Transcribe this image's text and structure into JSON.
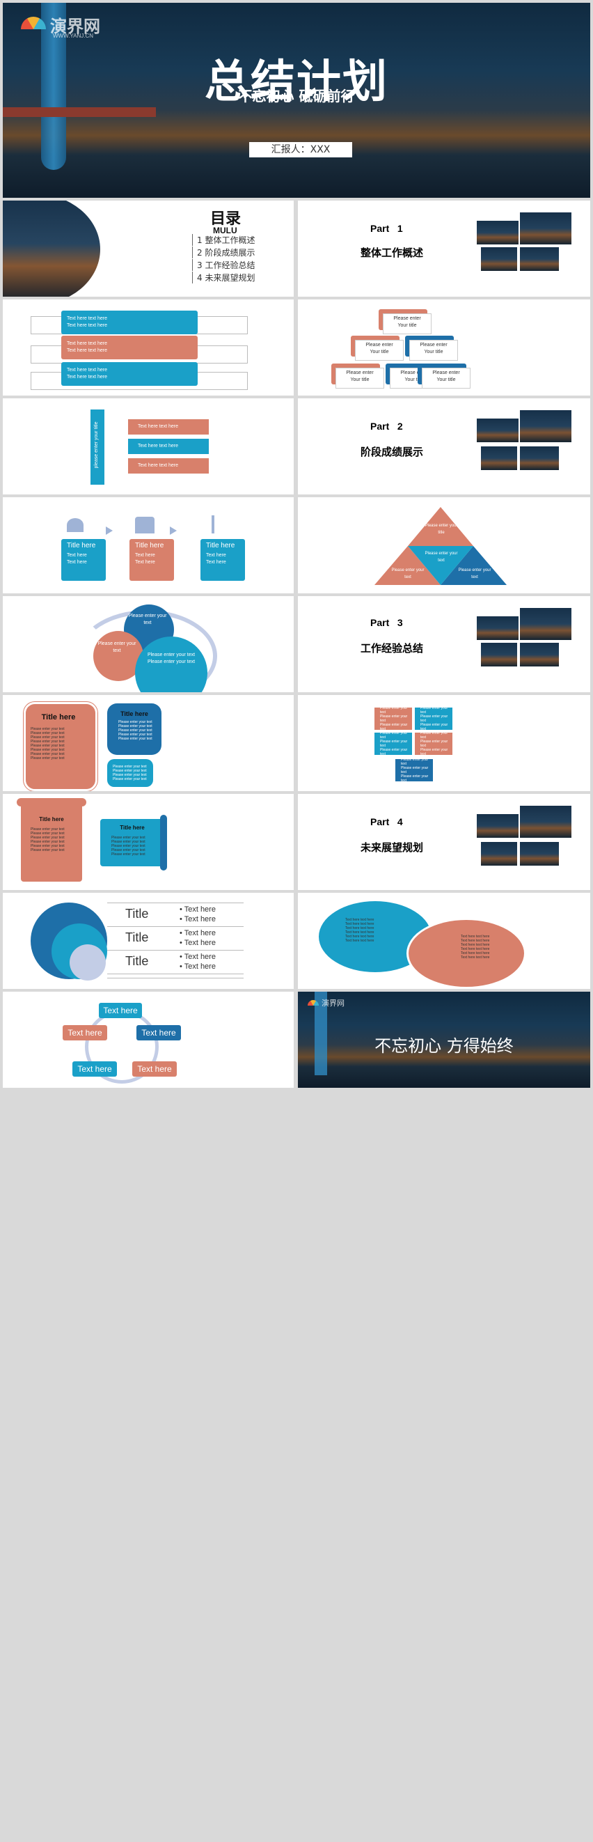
{
  "cover": {
    "logo": "演界网",
    "logo_sub": "WWW.YANJ.CN",
    "title": "总结计划",
    "subtitle": "不忘初心 砥砺前行",
    "reporter": "汇报人：XXX"
  },
  "toc": {
    "title": "目录",
    "sub": "MULU",
    "items": [
      "1 整体工作概述",
      "2 阶段成绩展示",
      "3 工作经验总结",
      "4 未来展望规划"
    ]
  },
  "parts": [
    {
      "label": "Part   1",
      "title": "整体工作概述"
    },
    {
      "label": "Part   2",
      "title": "阶段成绩展示"
    },
    {
      "label": "Part   3",
      "title": "工作经验总结"
    },
    {
      "label": "Part   4",
      "title": "未来展望规划"
    }
  ],
  "textbars": [
    [
      "Text here  text here",
      "Text here  text here"
    ],
    [
      "Text here   text here",
      "Text here   text here"
    ],
    [
      "Text here   text here",
      "Text here   text here"
    ]
  ],
  "org": {
    "top": [
      "Please enter",
      "Your title"
    ],
    "mid": [
      [
        "Please enter",
        "Your title"
      ],
      [
        "Please enter",
        "Your title"
      ]
    ],
    "bottom": [
      [
        "Please enter",
        "Your title"
      ],
      [
        "Please enter",
        "Your title"
      ],
      [
        "Please enter",
        "Your title"
      ]
    ]
  },
  "vertical": {
    "side": "please enter your title",
    "items": [
      "Text here  text here",
      "Text here  text here",
      "Text here  text here"
    ]
  },
  "steps": [
    {
      "title": "Title here",
      "items": [
        "Text here",
        "Text here"
      ]
    },
    {
      "title": "Title here",
      "items": [
        "Text here",
        "Text here"
      ]
    },
    {
      "title": "Title here",
      "items": [
        "Text here",
        "Text here"
      ]
    }
  ],
  "triangle": [
    "Please enter your title",
    "Please enter your text",
    "Please enter your text",
    "Please enter your text"
  ],
  "gears": [
    "Please enter your text",
    "Please enter your text",
    "Please enter your text Please enter your text"
  ],
  "cards": {
    "a_title": "Title  here",
    "b_title": "Title here",
    "body": "Please enter your text"
  },
  "grid_text": "Please enter your text",
  "scroll": {
    "a_title": "Title here",
    "b_title": "Title here",
    "body": "Please enter your text"
  },
  "arcs": {
    "rows": [
      {
        "title": "Title",
        "items": [
          "• Text here",
          "• Text here"
        ]
      },
      {
        "title": "Title",
        "items": [
          "• Text here",
          "• Text here"
        ]
      },
      {
        "title": "Title",
        "items": [
          "• Text here",
          "• Text here"
        ]
      }
    ]
  },
  "ovals": {
    "text": "Text here  text here"
  },
  "cycle": [
    "Text here",
    "Text  here",
    "Text here",
    "Text here",
    "Text here"
  ],
  "ending": {
    "logo": "演界网",
    "title": "不忘初心  方得始终"
  }
}
